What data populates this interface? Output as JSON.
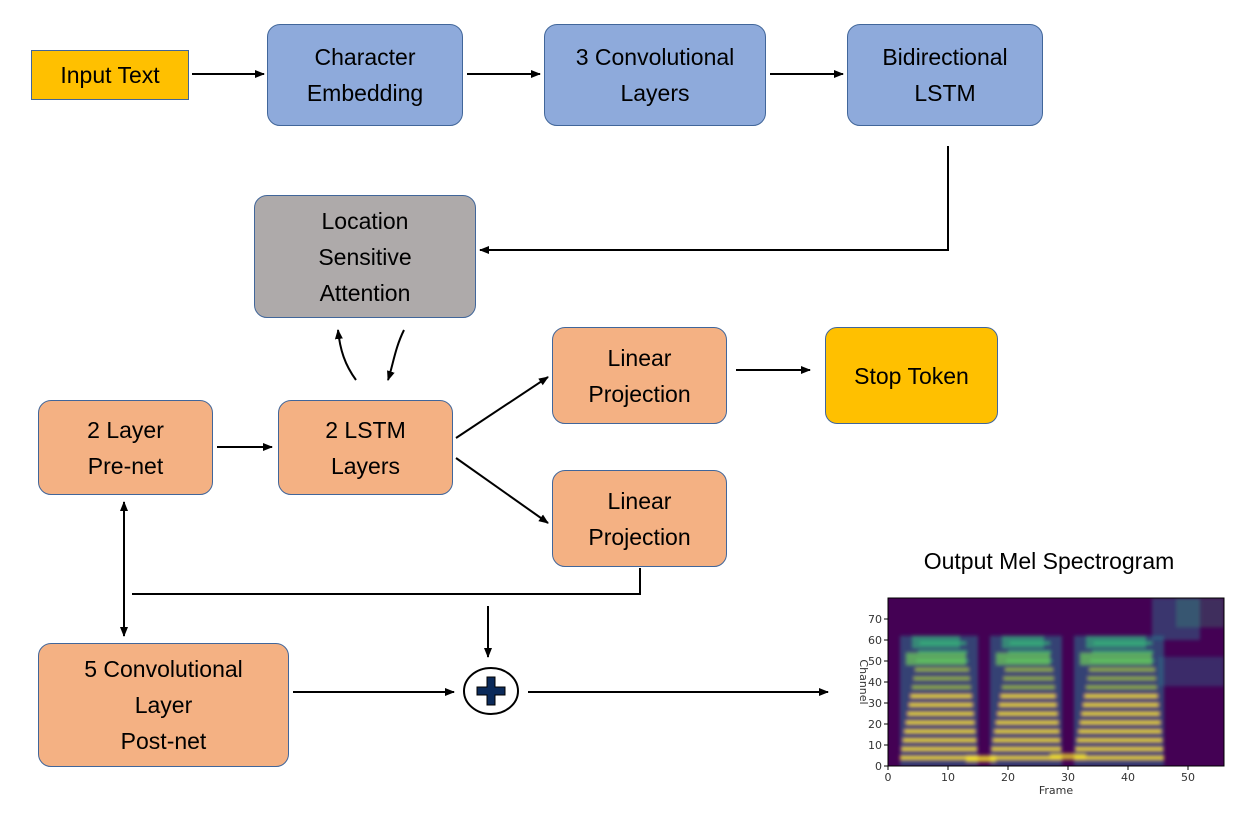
{
  "nodes": {
    "input_text": {
      "lines": [
        "Input Text"
      ]
    },
    "char_embedding": {
      "lines": [
        "Character",
        "Embedding"
      ]
    },
    "conv3": {
      "lines": [
        "3 Convolutional",
        "Layers"
      ]
    },
    "bilstm": {
      "lines": [
        "Bidirectional",
        "LSTM"
      ]
    },
    "attention": {
      "lines": [
        "Location",
        "Sensitive",
        "Attention"
      ]
    },
    "prenet": {
      "lines": [
        "2 Layer",
        "Pre-net"
      ]
    },
    "lstm2": {
      "lines": [
        "2 LSTM",
        "Layers"
      ]
    },
    "linproj_top": {
      "lines": [
        "Linear",
        "Projection"
      ]
    },
    "linproj_bottom": {
      "lines": [
        "Linear",
        "Projection"
      ]
    },
    "stop_token": {
      "lines": [
        "Stop Token"
      ]
    },
    "postnet": {
      "lines": [
        "5 Convolutional",
        "Layer",
        "Post-net"
      ]
    }
  },
  "spectrogram": {
    "title": "Output Mel Spectrogram",
    "xlabel": "Frame",
    "ylabel": "Channel",
    "xticks": [
      "0",
      "10",
      "20",
      "30",
      "40",
      "50"
    ],
    "yticks": [
      "0",
      "10",
      "20",
      "30",
      "40",
      "50",
      "60",
      "70"
    ],
    "xlim": [
      0,
      56
    ],
    "ylim": [
      0,
      80
    ]
  },
  "colors": {
    "blue_box": "#8eaadb",
    "orange_box": "#f4b183",
    "gray_box": "#aeaaaa",
    "yellow_box": "#ffc000",
    "arrow": "#000000"
  }
}
